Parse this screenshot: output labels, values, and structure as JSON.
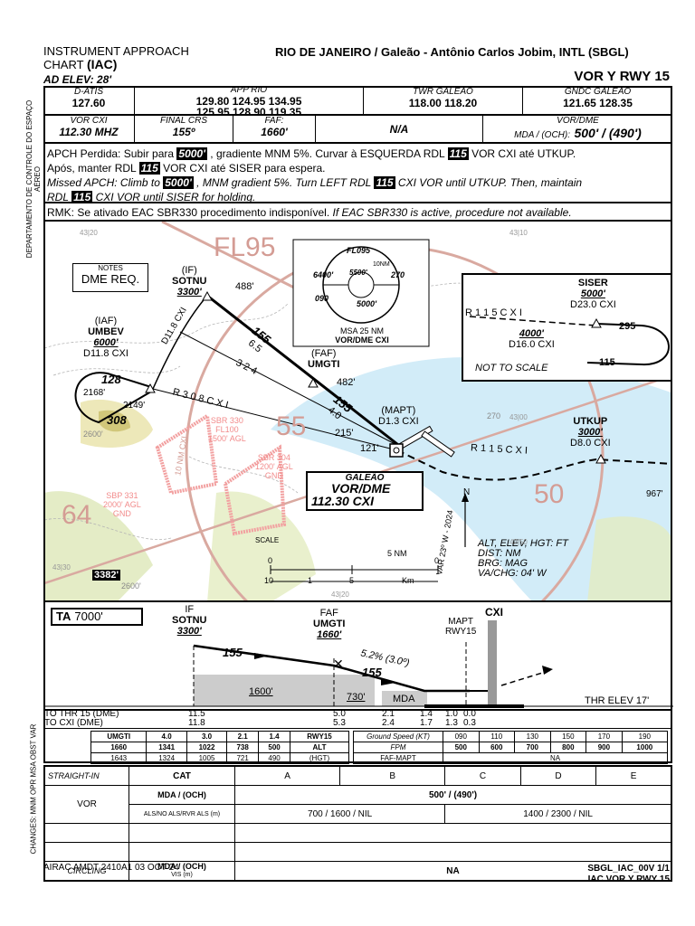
{
  "header": {
    "chart_type_line1": "INSTRUMENT APPROACH",
    "chart_type_line2": "CHART",
    "chart_abbrev": "(IAC)",
    "location": "RIO DE JANEIRO / Galeão - Antônio Carlos Jobim, INTL (SBGL)",
    "procedure": "VOR Y RWY 15",
    "ad_elev": "AD ELEV: 28'",
    "side_label": "DEPARTAMENTO DE CONTROLE DO ESPAÇO AÉREO"
  },
  "comms": {
    "datis_label": "D-ATIS",
    "datis_value": "127.60",
    "app_label": "APP RIO",
    "app_line1": "129.80 124.95 134.95",
    "app_line2": "125.95 128.90 119.35",
    "twr_label": "TWR GALEÃO",
    "twr_value": "118.00 118.20",
    "gndc_label": "GNDC GALEÃO",
    "gndc_value": "121.65 128.35"
  },
  "nav": {
    "vor_label": "VOR CXI",
    "vor_value": "112.30 MHZ",
    "crs_label": "FINAL CRS",
    "crs_value": "155º",
    "faf_label": "FAF:",
    "faf_value": "1660'",
    "na": "N/A",
    "mda_label": "VOR/DME",
    "mda_prefix": "MDA / (OCH):",
    "mda_value": "500' / (490')"
  },
  "missed": {
    "pt1": "APCH Perdida: Subir para ",
    "pt_alt": "5000'",
    "pt2": " , gradiente MNM 5%. Curvar à ESQUERDA RDL ",
    "pt_rdl": "115",
    "pt3": " VOR CXI até UTKUP.",
    "pt4": "Após, manter RDL ",
    "pt_rdl2": "115",
    "pt5": " VOR CXI até SISER para espera.",
    "en1": "Missed APCH: Climb to ",
    "en_alt": "5000'",
    "en2": " , MNM gradient 5%. Turn LEFT RDL ",
    "en_rdl": "115",
    "en3": " CXI VOR until UTKUP. Then, maintain",
    "en4": "RDL ",
    "en_rdl2": "115",
    "en5": " CXI VOR until SISER for holding."
  },
  "remark": {
    "pt": "RMK: Se ativado EAC SBR330 procedimento indisponível.",
    "en": " If EAC SBR330 is active, procedure not available."
  },
  "plan": {
    "fl_big": "FL95",
    "area_55": "55",
    "area_50": "50",
    "area_64": "64",
    "notes_label": "NOTES",
    "notes_text": "DME REQ.",
    "if_tag": "(IF)",
    "sotnu": "SOTNU",
    "sotnu_alt": "3300'",
    "elev_488": "488'",
    "iaf_tag": "(IAF)",
    "umbev": "UMBEV",
    "umbev_alt": "6000'",
    "umbev_dme": "D11.8 CXI",
    "d118": "D11.8 CXI",
    "d118b": "D11.8",
    "r324": "3 2 4",
    "hold_128": "128",
    "hold_308": "308",
    "elev_2168": "2168'",
    "elev_2149": "2149'",
    "r308": "R 3 0 8   C X I",
    "faf_tag": "(FAF)",
    "umgti": "UMGTI",
    "elev_482": "482'",
    "crs_155a": "155",
    "d65": "6.5",
    "crs_155b": "155",
    "d40": "4.0",
    "mapt_tag": "(MAPT)",
    "mapt_dme": "D1.3 CXI",
    "elev_215": "215'",
    "elev_121": "121'",
    "sbr330": "SBR 330",
    "sbr330_fl": "FL100",
    "sbr330_agl": "1500' AGL",
    "sbr304": "SBR 304",
    "sbr304_agl": "1200' AGL",
    "sbr304_gnd": "GND",
    "sbp331": "SBP 331",
    "sbp331_agl": "2000' AGL",
    "sbp331_gnd": "GND",
    "r10": "10 NM CXI",
    "elev_2600": "2600'",
    "elev_2600b": "2600'",
    "peak": "3382'",
    "galeao": "GALEÃO",
    "vordme": "VOR/DME",
    "cxi_freq": "112.30 CXI",
    "r115": "R 1 1 5   C X I",
    "utkup": "UTKUP",
    "utkup_alt": "3000'",
    "utkup_dme": "D8.0 CXI",
    "elev_967": "967'",
    "north": "N",
    "var": "VAR 23º W - 2024",
    "r270": "270",
    "units1": "ALT, ELEV, HGT: FT",
    "units2": "DIST: NM",
    "units3": "BRG: MAG",
    "units4": "VA/CHG: 04' W",
    "scale": "SCALE",
    "scale_nm": "5 NM",
    "scale_km": "Km",
    "s0": "0",
    "s5": "5",
    "s10": "10",
    "s1": "1",
    "s0b": "0",
    "grid": [
      "43|20",
      "43|10",
      "43|00",
      "42|50",
      "43|30",
      "43|20"
    ],
    "msa_fl": "FL095",
    "msa_6400": "6400'",
    "msa_5500": "5500'",
    "msa_10nm": "10NM",
    "msa_270": "270",
    "msa_090": "090",
    "msa_5000": "5000'",
    "msa_title": "MSA 25 NM",
    "msa_sub": "VOR/DME CXI",
    "siser": "SISER",
    "siser_alt": "5000'",
    "siser_dme": "D23.0 CXI",
    "siser_r": "R  1 1 5   C X I",
    "siser_4000": "4000'",
    "siser_d16": "D16.0 CXI",
    "siser_295": "295",
    "siser_115": "115",
    "nts": "NOT TO SCALE"
  },
  "profile": {
    "ta": "TA",
    "ta_val": "7000'",
    "if_tag": "IF",
    "sotnu": "SOTNU",
    "sotnu_alt": "3300'",
    "faf_tag": "FAF",
    "umgti": "UMGTI",
    "umgti_alt": "1660'",
    "mapt_tag": "MAPT",
    "rwy": "RWY15",
    "cxi": "CXI",
    "crs1": "155",
    "crs2": "155",
    "grad": "5.2% (3.0º)",
    "h1600": "1600'",
    "h730": "730'",
    "mda": "MDA",
    "thr": "THR ELEV 17'"
  },
  "dist": {
    "thr_label": "TO THR 15 (DME)",
    "cxi_label": "TO CXI (DME)",
    "thr": [
      "11.5",
      "5.0",
      "2.1",
      "1.4",
      "1.0",
      "0.0"
    ],
    "cxi": [
      "11.8",
      "5.3",
      "2.4",
      "1.7",
      "1.3",
      "0.3"
    ]
  },
  "alt_table": {
    "head": [
      "UMGTI",
      "4.0",
      "3.0",
      "2.1",
      "1.4",
      "RWY15"
    ],
    "alt": [
      "1660",
      "1341",
      "1022",
      "738",
      "500",
      "ALT"
    ],
    "hgt": [
      "1643",
      "1324",
      "1005",
      "721",
      "490",
      "(HGT)"
    ]
  },
  "speed_table": {
    "gs_label": "Ground Speed  (KT)",
    "gs": [
      "090",
      "110",
      "130",
      "150",
      "170",
      "190"
    ],
    "fpm_label": "FPM",
    "fpm": [
      "500",
      "600",
      "700",
      "800",
      "900",
      "1000"
    ],
    "faf_label": "FAF-MAPT",
    "faf_val": "NA"
  },
  "minima": {
    "side_label": "CHANGES: MNM OPR MSA OBST VAR",
    "straight": "STRAIGHT-IN",
    "cat": "CAT",
    "a": "A",
    "b": "B",
    "c": "C",
    "d": "D",
    "e": "E",
    "vor": "VOR",
    "mda_och": "MDA / (OCH)",
    "mda_val": "500' / (490')",
    "als": "ALS/NO ALS/RVR ALS (m)",
    "ab_val": "700 / 1600 / NIL",
    "de_val": "1400 / 2300 / NIL",
    "circling": "CIRCLING",
    "circ_mda": "MDA / (OCH)",
    "vis": "VIS (m)",
    "circ_val": "NA"
  },
  "footer": {
    "amdt": "AIRAC AMDT 2410A1  03 OCT 24",
    "code": "SBGL_IAC_00V 1/1",
    "proc": "IAC VOR Y RWY 15"
  }
}
